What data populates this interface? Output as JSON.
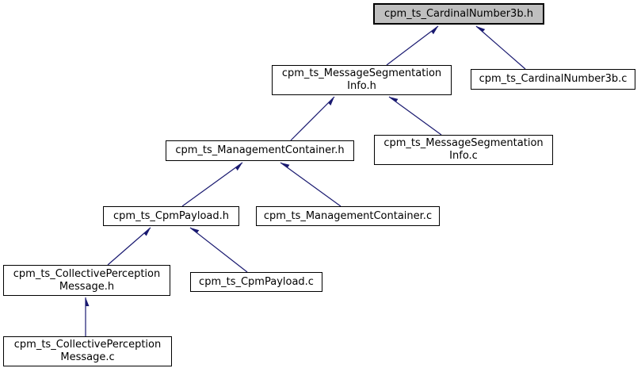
{
  "diagram": {
    "kind": "include-dependency-graph",
    "root": "cpm_ts_CardinalNumber3b.h"
  },
  "colors": {
    "background": "#ffffff",
    "node_fill": "#ffffff",
    "node_border": "#000000",
    "current_node_fill": "#bfbfbf",
    "edge": "#191970",
    "text": "#000000"
  },
  "nodes": [
    {
      "id": "cardinal-number-3b-h",
      "label": "cpm_ts_CardinalNumber3b.h",
      "current": true
    },
    {
      "id": "message-segmentation-info-h",
      "label": "cpm_ts_MessageSegmentation\nInfo.h",
      "current": false
    },
    {
      "id": "cardinal-number-3b-c",
      "label": "cpm_ts_CardinalNumber3b.c",
      "current": false
    },
    {
      "id": "management-container-h",
      "label": "cpm_ts_ManagementContainer.h",
      "current": false
    },
    {
      "id": "message-segmentation-info-c",
      "label": "cpm_ts_MessageSegmentation\nInfo.c",
      "current": false
    },
    {
      "id": "cpm-payload-h",
      "label": "cpm_ts_CpmPayload.h",
      "current": false
    },
    {
      "id": "management-container-c",
      "label": "cpm_ts_ManagementContainer.c",
      "current": false
    },
    {
      "id": "collective-perception-message-h",
      "label": "cpm_ts_CollectivePerception\nMessage.h",
      "current": false
    },
    {
      "id": "cpm-payload-c",
      "label": "cpm_ts_CpmPayload.c",
      "current": false
    },
    {
      "id": "collective-perception-message-c",
      "label": "cpm_ts_CollectivePerception\nMessage.c",
      "current": false
    }
  ],
  "edges": [
    {
      "from": "message-segmentation-info-h",
      "to": "cardinal-number-3b-h"
    },
    {
      "from": "cardinal-number-3b-c",
      "to": "cardinal-number-3b-h"
    },
    {
      "from": "management-container-h",
      "to": "message-segmentation-info-h"
    },
    {
      "from": "message-segmentation-info-c",
      "to": "message-segmentation-info-h"
    },
    {
      "from": "cpm-payload-h",
      "to": "management-container-h"
    },
    {
      "from": "management-container-c",
      "to": "management-container-h"
    },
    {
      "from": "collective-perception-message-h",
      "to": "cpm-payload-h"
    },
    {
      "from": "cpm-payload-c",
      "to": "cpm-payload-h"
    },
    {
      "from": "collective-perception-message-c",
      "to": "collective-perception-message-h"
    }
  ]
}
